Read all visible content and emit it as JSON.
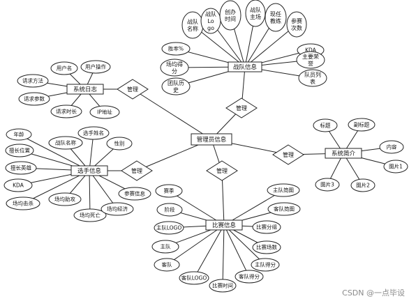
{
  "entities": {
    "admin": "管理员信息",
    "team": "战队信息",
    "log": "系统日志",
    "player": "选手信息",
    "match": "比赛信息",
    "intro": "系统简介"
  },
  "relations": {
    "team": "管理",
    "log": "管理",
    "player": "管理",
    "match": "管理",
    "intro": "管理"
  },
  "attributes": {
    "team_top": [
      "战队名称",
      "战队Logo",
      "创办时间",
      "战队主场",
      "现任教练",
      "参赛次数"
    ],
    "team_side": [
      "胜率%",
      "场均得分",
      "团队历史",
      "KDA",
      "主要荣誉",
      "队员列表"
    ],
    "log": [
      "用户名",
      "用户操作",
      "请求方法",
      "请求参数",
      "请求时长",
      "IP地址"
    ],
    "player": [
      "年龄",
      "擅长位置",
      "擅长英雄",
      "KDA",
      "场均击杀",
      "战队名称",
      "选手姓名",
      "性别",
      "场均助攻",
      "场均死亡",
      "场均经济",
      "参赛信息"
    ],
    "match": [
      "赛季",
      "阶段",
      "主队LOGO",
      "主队",
      "客队",
      "客队LOGO",
      "比赛时间",
      "客队得分",
      "比赛场数",
      "比赛分组",
      "主队得分",
      "客队简图",
      "主队简图"
    ],
    "intro": [
      "标题",
      "副标题",
      "内容",
      "图片1",
      "图片2",
      "图片3"
    ]
  },
  "watermark": "CSDN @一点毕设"
}
